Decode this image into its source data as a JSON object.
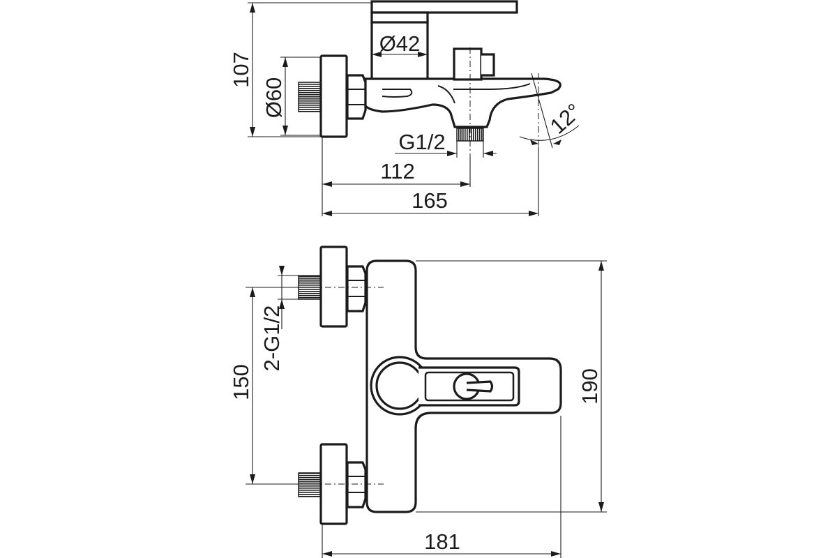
{
  "dimensions": {
    "height_top": "107",
    "diameter_body": "Ø42",
    "diameter_flange": "Ø60",
    "angle_spout": "12°",
    "thread_outlet": "G1/2",
    "length_outlet": "112",
    "length_total_side": "165",
    "thread_inlets": "2-G1/2",
    "inlet_spacing": "150",
    "height_front": "190",
    "width_front": "181"
  }
}
